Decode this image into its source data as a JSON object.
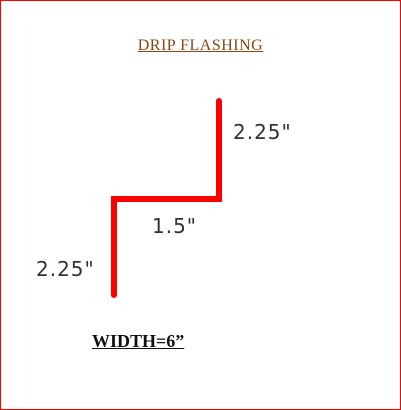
{
  "title": "DRIP FLASHING",
  "dimensions": {
    "upper_leg": "2.25\"",
    "middle_run": "1.5\"",
    "lower_leg": "2.25\""
  },
  "width_label": "WIDTH=6”",
  "colors": {
    "border": "#ff0000",
    "profile_line": "#ff0000",
    "title_text": "#8b4513",
    "dimension_text": "#333333"
  }
}
